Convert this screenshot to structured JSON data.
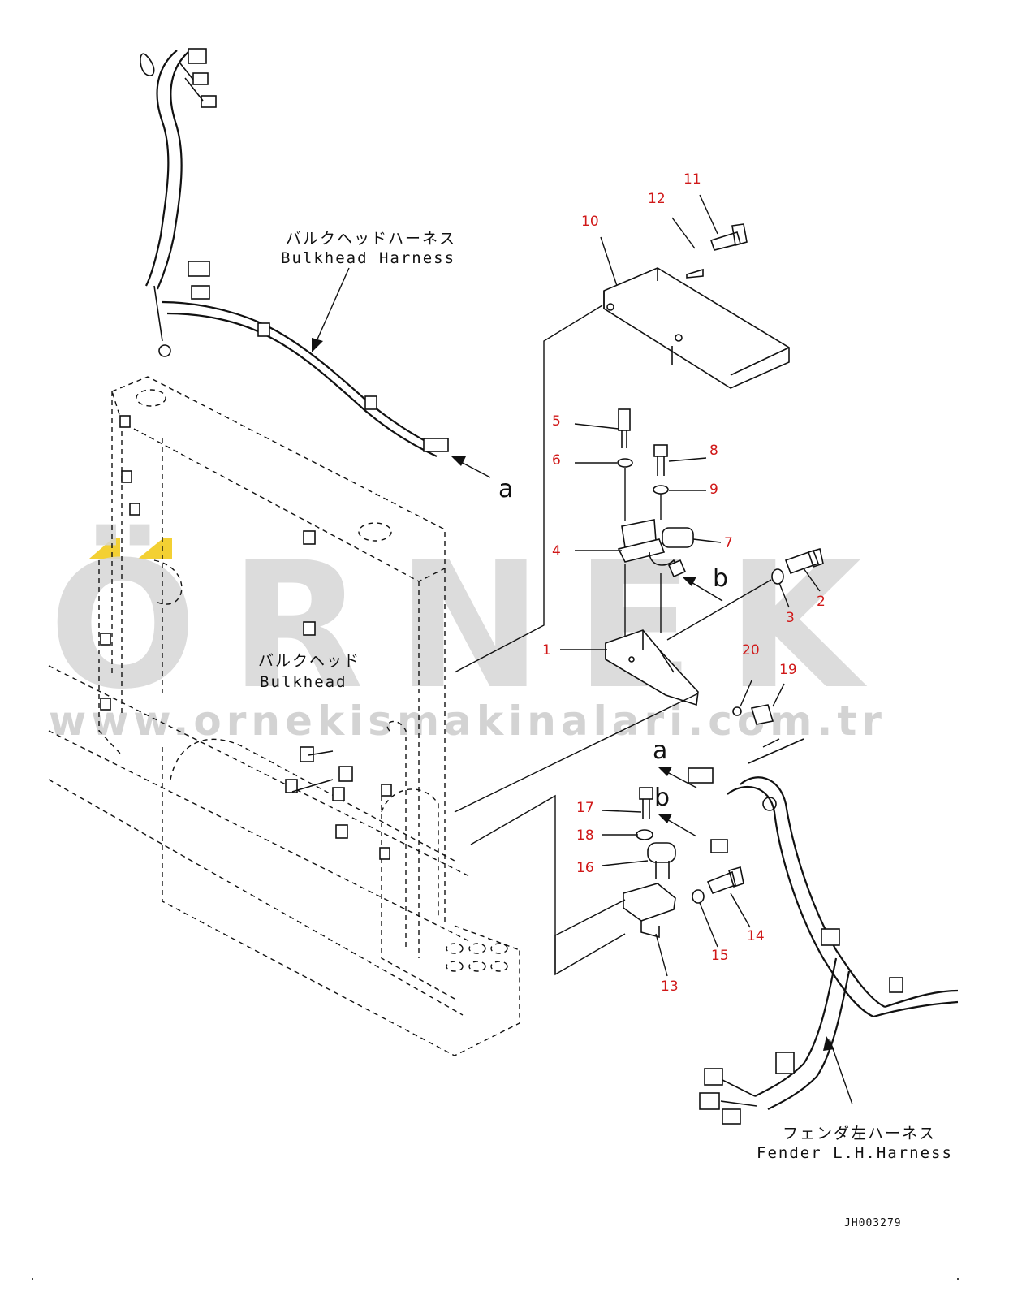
{
  "labels": {
    "bulkhead_harness_jp": "バルクヘッドハーネス",
    "bulkhead_harness_en": "Bulkhead Harness",
    "bulkhead_jp": "バルクヘッド",
    "bulkhead_en": "Bulkhead",
    "fender_harness_jp": "フェンダ左ハーネス",
    "fender_harness_en": "Fender L.H.Harness",
    "letter_a1": "a",
    "letter_b1": "b",
    "letter_a2": "a",
    "letter_b2": "b",
    "drawing_code": "JH003279"
  },
  "watermark": {
    "brand": "ÖRNEK",
    "url": "www.ornekismakinalari.com.tr",
    "color": "#d6d6d6",
    "accent": "#f0c400"
  },
  "part_numbers": [
    "1",
    "2",
    "3",
    "4",
    "5",
    "6",
    "7",
    "8",
    "9",
    "10",
    "11",
    "12",
    "13",
    "14",
    "15",
    "16",
    "17",
    "18",
    "19",
    "20"
  ],
  "colors": {
    "part_number": "#d01818",
    "line": "#111111"
  }
}
